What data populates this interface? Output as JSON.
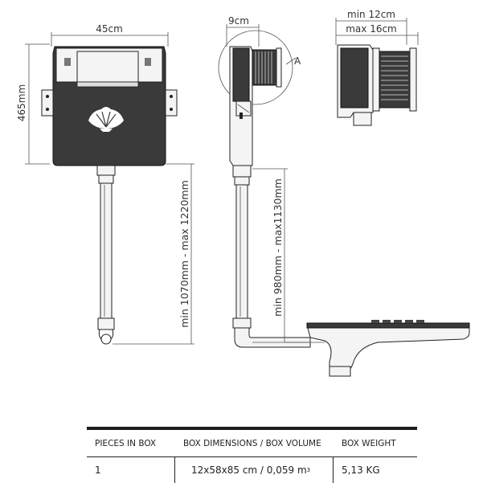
{
  "dimensions": {
    "width": "45cm",
    "height": "465mm",
    "front_pipe_range": "min 1070mm - max 1220mm",
    "side_depth": "9cm",
    "side_pipe_range": "min 980mm - max1130mm",
    "detail_marker": "A",
    "wall_min": "min 12cm",
    "wall_max": "max 16cm"
  },
  "table": {
    "headers": [
      "PIECES IN BOX",
      "BOX DIMENSIONS / BOX VOLUME",
      "BOX WEIGHT"
    ],
    "pieces": "1",
    "box_dims": "12x58x85 cm  /  0,059 m",
    "box_dims_sup": "3",
    "box_weight": "5,13 KG"
  }
}
